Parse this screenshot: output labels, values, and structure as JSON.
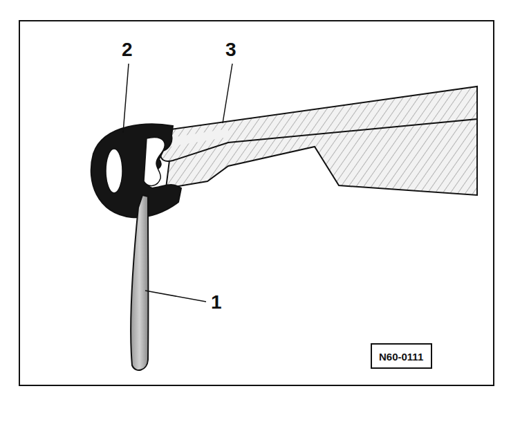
{
  "diagram": {
    "nodes": [
      {
        "text": [
          "N60-0111"
        ]
      }
    ],
    "labels": [
      "2",
      "3",
      "1"
    ]
  }
}
